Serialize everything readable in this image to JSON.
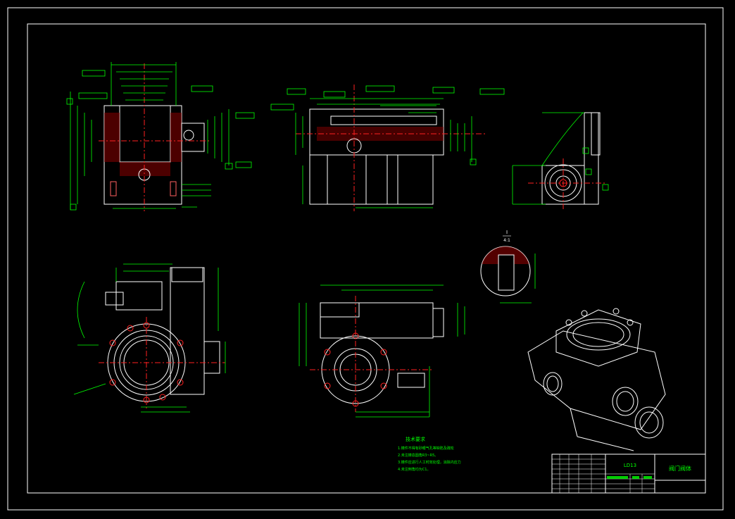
{
  "colors": {
    "background": "#000000",
    "frame": "#ffffff",
    "dimension": "#00ff00",
    "centerline": "#ff2020",
    "hatch": "#ff6060",
    "geometry": "#ffffff"
  },
  "title_block": {
    "drawing_no": "LD13",
    "part_name": "阀门阀体"
  },
  "section_marker": {
    "label": "I",
    "scale": "4:1"
  },
  "notes": {
    "heading": "技术要求",
    "lines": [
      "1.铸件不得有砂眼气孔等缺陷及疏松",
      "2.未注铸造圆角R3~R5。",
      "3.铸件应进行人工时效处理，消除内应力",
      "4.未注倒角均为C1。"
    ]
  }
}
